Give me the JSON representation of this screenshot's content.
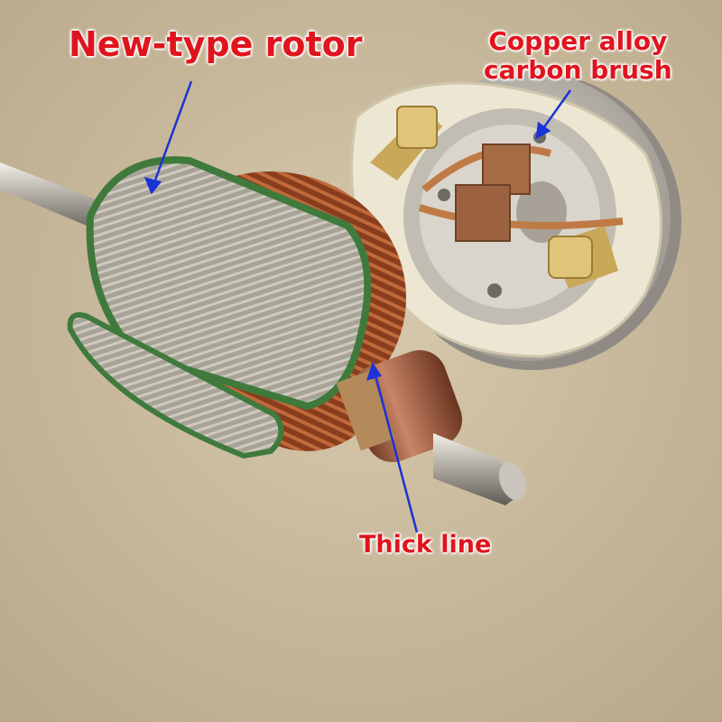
{
  "labels": {
    "rotor": "New-type rotor",
    "brush_line1": "Copper alloy",
    "brush_line2": "carbon brush",
    "thick_line": "Thick line"
  },
  "colors": {
    "label_text": "#e0141e",
    "arrow": "#1a33d6",
    "background": "#c9b99b"
  }
}
